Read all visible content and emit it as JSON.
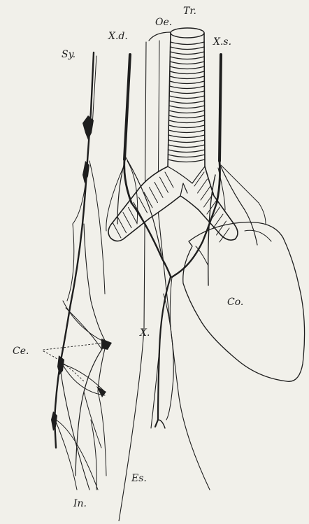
{
  "labels": {
    "sy": "Sy.",
    "oe": "Oe.",
    "tr": "Tr.",
    "xd": "X.d.",
    "xs": "X.s.",
    "co": "Co.",
    "x": "X.",
    "ce": "Ce.",
    "es": "Es.",
    "in": "In."
  },
  "colors": {
    "paper": "#f1f0ea",
    "ink": "#1e1e1e"
  }
}
